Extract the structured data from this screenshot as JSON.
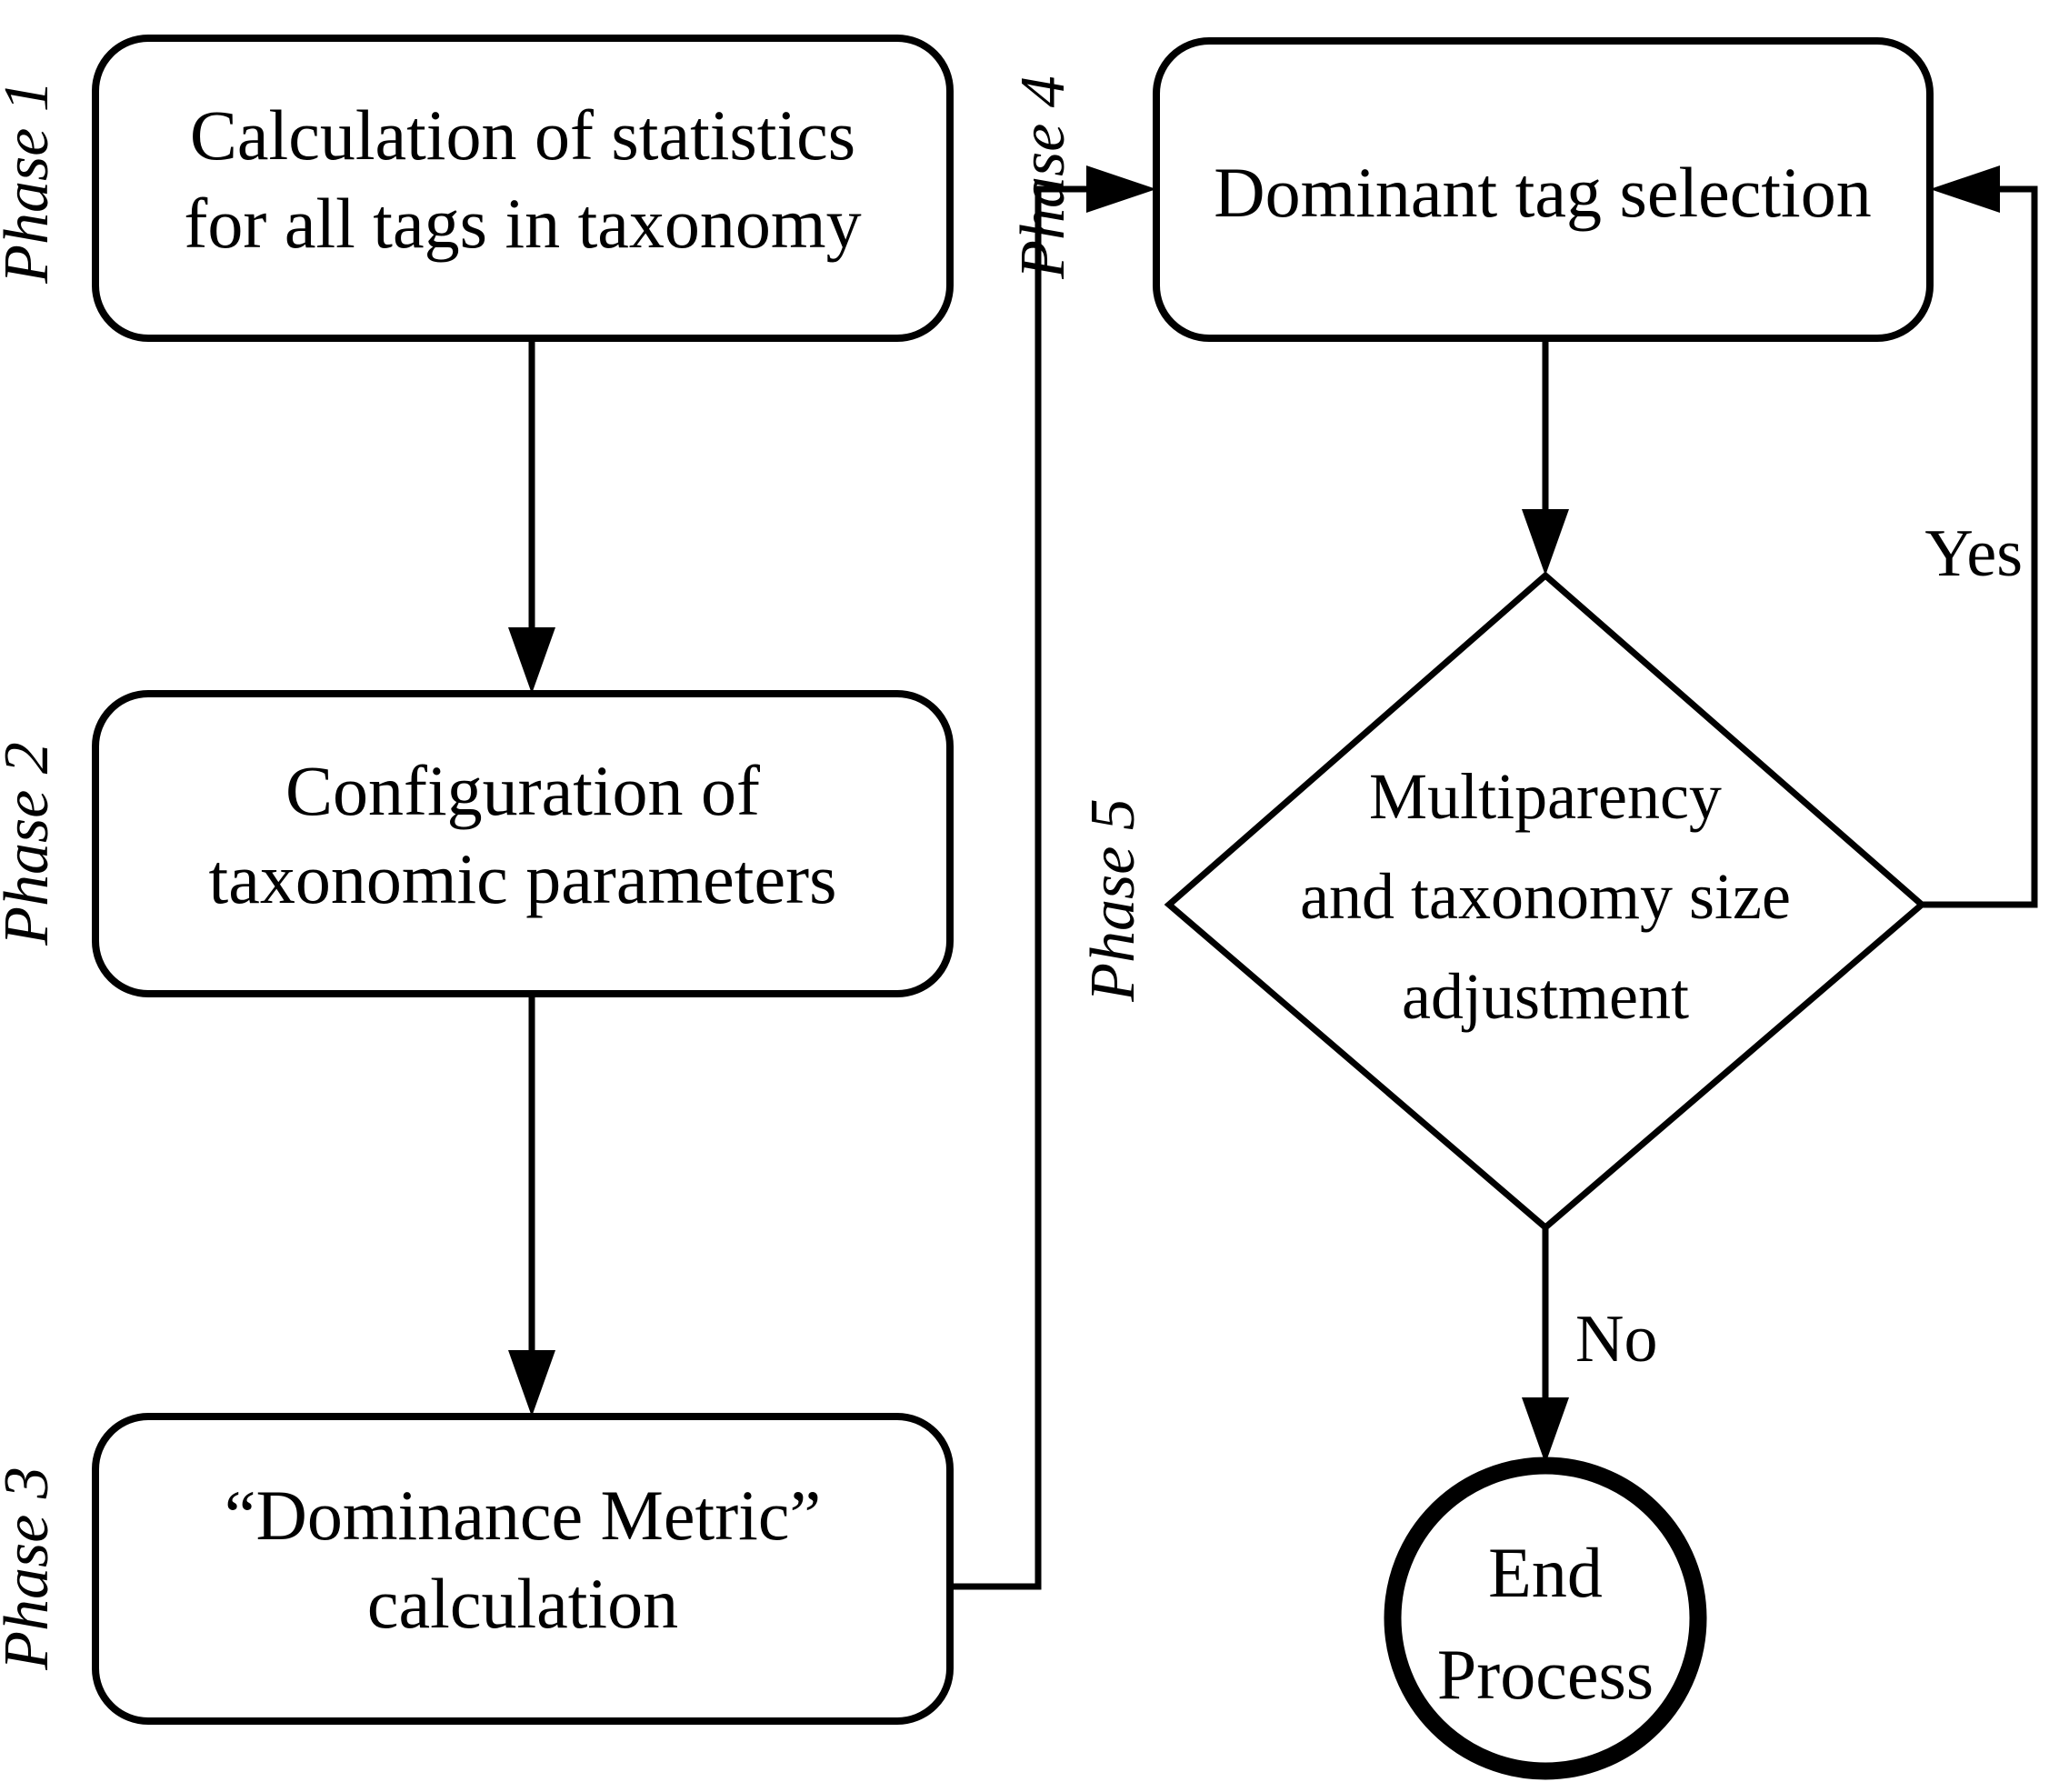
{
  "diagram": {
    "background": "#ffffff",
    "line_color": "#000000",
    "text_color": "#000000",
    "phase_labels": {
      "phase1": "Phase 1",
      "phase2": "Phase 2",
      "phase3": "Phase 3",
      "phase4": "Phase 4",
      "phase5": "Phase 5"
    },
    "nodes": {
      "calculation_statistics": {
        "shape": "rounded-rectangle",
        "line1": "Calculation of statistics",
        "line2": "for all tags in taxonomy"
      },
      "configuration_parameters": {
        "shape": "rounded-rectangle",
        "line1": "Configuration of",
        "line2": "taxonomic parameters"
      },
      "dominance_metric": {
        "shape": "rounded-rectangle",
        "line1": "“Dominance Metric”",
        "line2": "calculation"
      },
      "dominant_tag_selection": {
        "shape": "rounded-rectangle",
        "line1": "Dominant tag selection"
      },
      "multiparency_adjustment": {
        "shape": "decision-diamond",
        "line1": "Multiparency",
        "line2": "and taxonomy size",
        "line3": "adjustment"
      },
      "end_process": {
        "shape": "terminator-circle",
        "line1": "End",
        "line2": "Process"
      }
    },
    "edge_labels": {
      "yes": "Yes",
      "no": "No"
    }
  }
}
